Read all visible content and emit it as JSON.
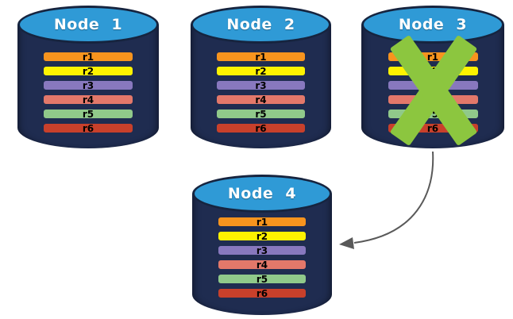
{
  "canvas": {
    "background": "#FFFFFF"
  },
  "colors": {
    "cylinder_body": "#1F2C50",
    "cylinder_top": "#2F9AD6",
    "cylinder_outline": "#16243F",
    "node_label_text": "#FFFFFF",
    "row_text": "#000000",
    "failure_x": "#8CC63F",
    "arrow": "#595959"
  },
  "rows": [
    {
      "label": "r1",
      "color": "#F7941E"
    },
    {
      "label": "r2",
      "color": "#FEF200"
    },
    {
      "label": "r3",
      "color": "#8878BE"
    },
    {
      "label": "r4",
      "color": "#E3786A"
    },
    {
      "label": "r5",
      "color": "#90C98A"
    },
    {
      "label": "r6",
      "color": "#C8402B"
    }
  ],
  "nodes": [
    {
      "label": "Node 1",
      "failed": false
    },
    {
      "label": "Node 2",
      "failed": false
    },
    {
      "label": "Node 3",
      "failed": true
    },
    {
      "label": "Node 4",
      "failed": false
    }
  ],
  "arrow": {
    "from": "Node 3",
    "to": "Node 4"
  }
}
